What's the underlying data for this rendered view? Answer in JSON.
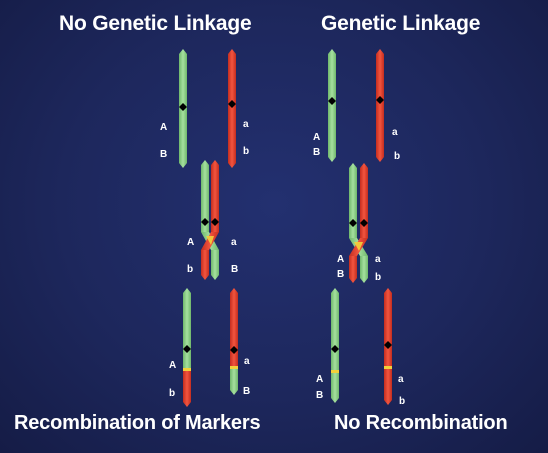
{
  "slide": {
    "titles": {
      "top_left": "No Genetic Linkage",
      "top_right": "Genetic Linkage",
      "bottom_left": "Recombination of Markers",
      "bottom_right": "No Recombination"
    },
    "colors": {
      "background": "#1d275c",
      "green_chromosome": "#8ed08a",
      "red_chromosome": "#e8412f",
      "centromere": "#000000",
      "crossover_highlight": "#f2d13a"
    },
    "left_panel": {
      "parent_pair": {
        "green_labels": [
          "A",
          "B"
        ],
        "red_labels": [
          "a",
          "b"
        ]
      },
      "crossover": {
        "left_labels": [
          "A",
          "b"
        ],
        "right_labels": [
          "a",
          "B"
        ]
      },
      "result": {
        "green_top_labels": [
          "A",
          "b"
        ],
        "red_top_labels": [
          "a",
          "B"
        ]
      }
    },
    "right_panel": {
      "parent_pair": {
        "green_labels": [
          "A",
          "B"
        ],
        "red_labels": [
          "a",
          "b"
        ]
      },
      "crossover": {
        "left_labels": [
          "A",
          "B"
        ],
        "right_labels": [
          "a",
          "b"
        ]
      },
      "result": {
        "green_labels": [
          "A",
          "B"
        ],
        "red_labels": [
          "a",
          "b"
        ]
      }
    }
  }
}
